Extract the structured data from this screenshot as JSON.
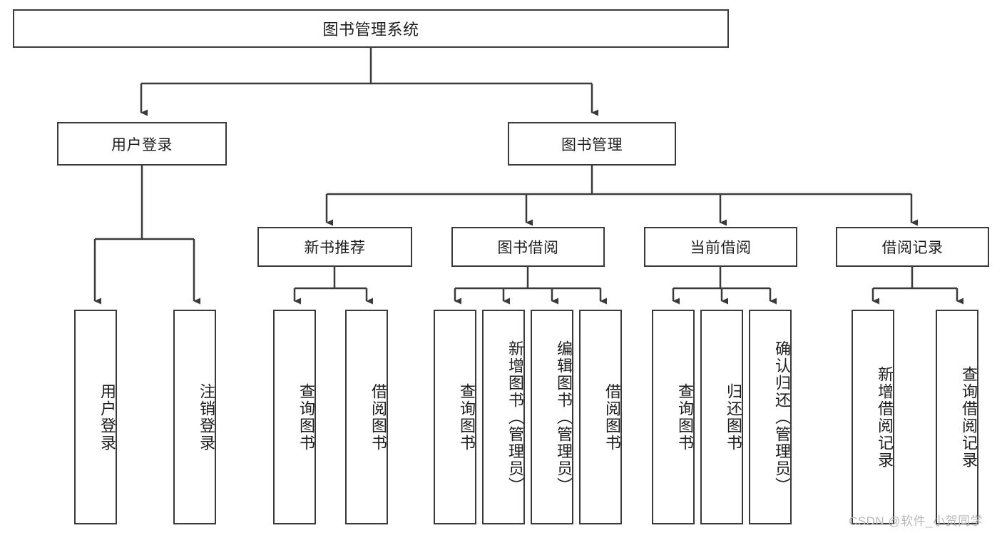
{
  "diagram": {
    "type": "tree",
    "root": {
      "id": "root",
      "label": "图书管理系统"
    },
    "level1": [
      {
        "id": "user-login",
        "label": "用户登录"
      },
      {
        "id": "book-manage",
        "label": "图书管理"
      }
    ],
    "level2": [
      {
        "id": "new-book-recommend",
        "label": "新书推荐",
        "parent": "book-manage"
      },
      {
        "id": "book-borrow",
        "label": "图书借阅",
        "parent": "book-manage"
      },
      {
        "id": "current-borrow",
        "label": "当前借阅",
        "parent": "book-manage"
      },
      {
        "id": "borrow-record",
        "label": "借阅记录",
        "parent": "book-manage"
      }
    ],
    "leaves": [
      {
        "id": "leaf-user-login",
        "label": "用户登录",
        "parent": "user-login"
      },
      {
        "id": "leaf-user-logout",
        "label": "注销登录",
        "parent": "user-login"
      },
      {
        "id": "leaf-query-book-1",
        "label": "查询图书",
        "parent": "new-book-recommend"
      },
      {
        "id": "leaf-borrow-book-1",
        "label": "借阅图书",
        "parent": "new-book-recommend"
      },
      {
        "id": "leaf-query-book-2",
        "label": "查询图书",
        "parent": "book-borrow"
      },
      {
        "id": "leaf-add-book",
        "label": "新增图书（管理员）",
        "parent": "book-borrow"
      },
      {
        "id": "leaf-edit-book",
        "label": "编辑图书（管理员）",
        "parent": "book-borrow"
      },
      {
        "id": "leaf-borrow-book-2",
        "label": "借阅图书",
        "parent": "book-borrow"
      },
      {
        "id": "leaf-query-book-3",
        "label": "查询图书",
        "parent": "current-borrow"
      },
      {
        "id": "leaf-return-book",
        "label": "归还图书",
        "parent": "current-borrow"
      },
      {
        "id": "leaf-confirm-return",
        "label": "确认归还（管理员）",
        "parent": "current-borrow"
      },
      {
        "id": "leaf-add-record",
        "label": "新增借阅记录",
        "parent": "borrow-record"
      },
      {
        "id": "leaf-query-record",
        "label": "查询借阅记录",
        "parent": "borrow-record"
      }
    ]
  },
  "watermark": {
    "text": "CSDN @软件_小贺同学"
  },
  "colors": {
    "stroke": "#3a3a3a",
    "box_fill": "#ffffff",
    "text": "#1d1d1d",
    "watermark": "#b9b9b9",
    "background": "#ffffff"
  }
}
